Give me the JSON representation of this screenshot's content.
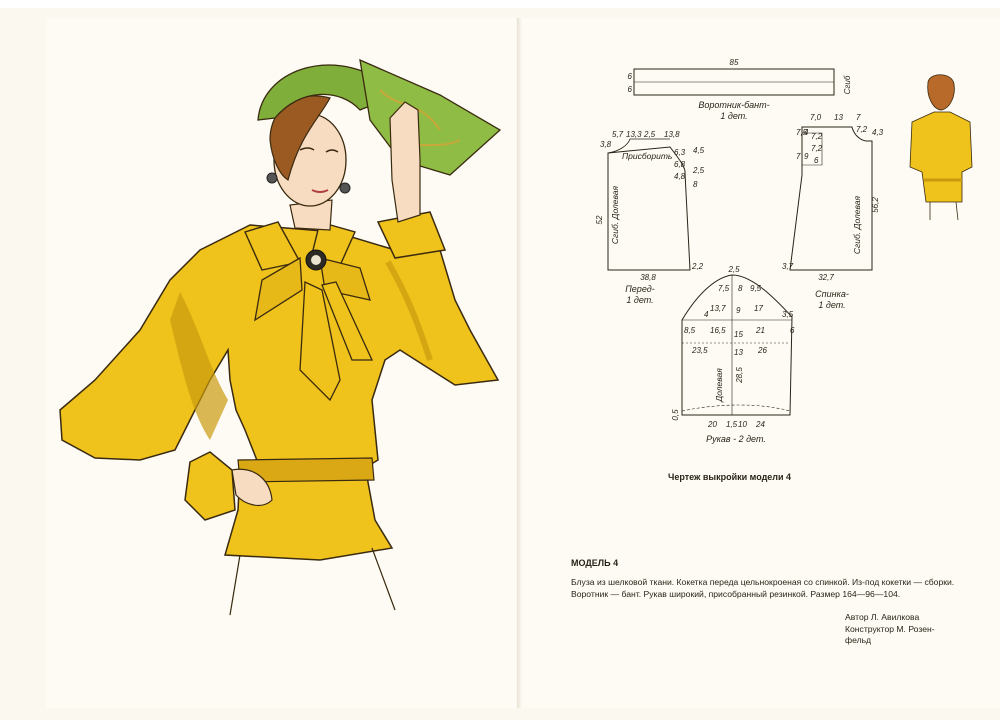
{
  "collar": {
    "label": "Воротник-бант-",
    "count": "1 дет.",
    "length": "85",
    "height_a": "6",
    "height_b": "6",
    "fold": "Сгиб"
  },
  "front": {
    "label": "Перед-",
    "count": "1 дет.",
    "yoke": "Присборить",
    "grain": "Сгиб. Долевая",
    "top_values": [
      "5,7",
      "13,3",
      "2,5",
      "13,8"
    ],
    "side_values": [
      "6,3",
      "6,8",
      "4,8",
      "4,5",
      "2,5",
      "8"
    ],
    "height": "52",
    "neck_drop": "3,8",
    "hem_width": "38,8",
    "hem_side": "2,2"
  },
  "back": {
    "label": "Спинка-",
    "count": "1 дет.",
    "grain": "Сгиб. Долевая",
    "top_values": [
      "7,0",
      "13",
      "7"
    ],
    "side_values": [
      "7,5",
      "7",
      "9",
      "4",
      "7,2",
      "7,2",
      "6",
      "4,3",
      "7,2"
    ],
    "height": "56,2",
    "hem_left": "3,7",
    "hem_width": "32,7"
  },
  "sleeve": {
    "label": "Рукав - 2 дет.",
    "grain": "Долевая",
    "cap_values": [
      "2,5",
      "7,5",
      "8",
      "9,5",
      "13,7",
      "17",
      "4",
      "9",
      "3,5"
    ],
    "row1": [
      "8,5",
      "16,5",
      "15",
      "21",
      "6"
    ],
    "row2": [
      "23,5",
      "13",
      "26"
    ],
    "length": "28,5",
    "bottom": [
      "0,5",
      "20",
      "1,5",
      "10",
      "24"
    ]
  },
  "caption": "Чертеж выкройки модели 4",
  "model": {
    "title": "МОДЕЛЬ 4",
    "description": "Блуза из шелковой ткани. Кокетка переда цельнокроеная со спинкой. Из-под кокетки — сборки. Воротник — бант. Рукав широкий, присобранный резинкой. Размер 164—96—104.",
    "author": "Автор Л. Авилкова",
    "constructor_line1": "Конструктор М. Розен-",
    "constructor_line2": "фельд"
  },
  "colors": {
    "blouse": "#efc21c",
    "blouse_shadow": "#c99a0e",
    "scarf": "#7fae3a",
    "hair": "#9a5a22",
    "skin": "#f7dcc2"
  }
}
